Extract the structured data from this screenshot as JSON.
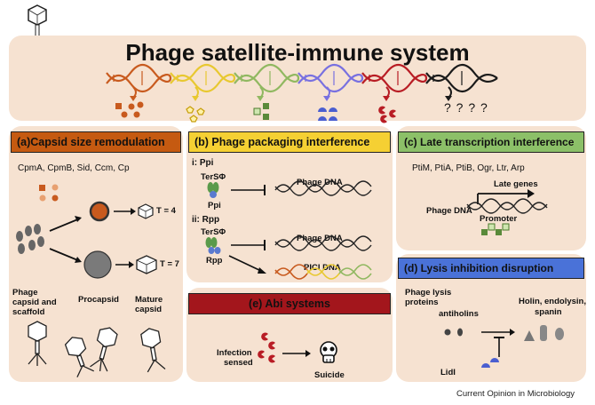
{
  "title": "Phage satellite-immune system",
  "credit": "Current Opinion in Microbiology",
  "question_marks": "? ? ? ?",
  "colors": {
    "background_panel": "#f6e2d1",
    "orange": "#c85a1e",
    "yellow": "#e8c830",
    "green": "#90b860",
    "blue": "#7870e0",
    "red": "#b81c24",
    "black": "#1a1a1a",
    "header_a": "#c55a11",
    "header_b": "#f5d033",
    "header_c": "#8cc068",
    "header_d": "#4a72d8",
    "header_e": "#a3161c"
  },
  "panel_a": {
    "header": "(a)Capsid size remodulation",
    "proteins": "CpmA, CpmB, Sid, Ccm, Cp",
    "t4": "T = 4",
    "t7": "T = 7",
    "label_scaffold_1": "Phage",
    "label_scaffold_2": "capsid and",
    "label_scaffold_3": "scaffold",
    "label_procapsid": "Procapsid",
    "label_mature_1": "Mature",
    "label_mature_2": "capsid"
  },
  "panel_b": {
    "header": "(b) Phage packaging interference",
    "sub_i": "i: Ppi",
    "sub_ii": "ii: Rpp",
    "tersp_1": "TerSΦ",
    "tersp_2": "TerSΦ",
    "ppi": "Ppi",
    "rpp": "Rpp",
    "phage_dna_1": "Phage DNA",
    "phage_dna_2": "Phage DNA",
    "pici_dna": "PICI DNA"
  },
  "panel_c": {
    "header": "(c) Late transcription interference",
    "proteins": "PtiM, PtiA, PtiB, Ogr, Ltr, Arp",
    "late_genes": "Late genes",
    "phage_dna": "Phage DNA",
    "promoter": "Promoter"
  },
  "panel_d": {
    "header": "(d) Lysis inhibition disruption",
    "lysis_1": "Phage lysis",
    "lysis_2": "proteins",
    "antiholins": "antiholins",
    "holin_1": "Holin, endolysin,",
    "holin_2": "spanin",
    "lidl": "LidI"
  },
  "panel_e": {
    "header": "(e) Abi systems",
    "infection_1": "Infection",
    "infection_2": "sensed",
    "suicide": "Suicide"
  }
}
